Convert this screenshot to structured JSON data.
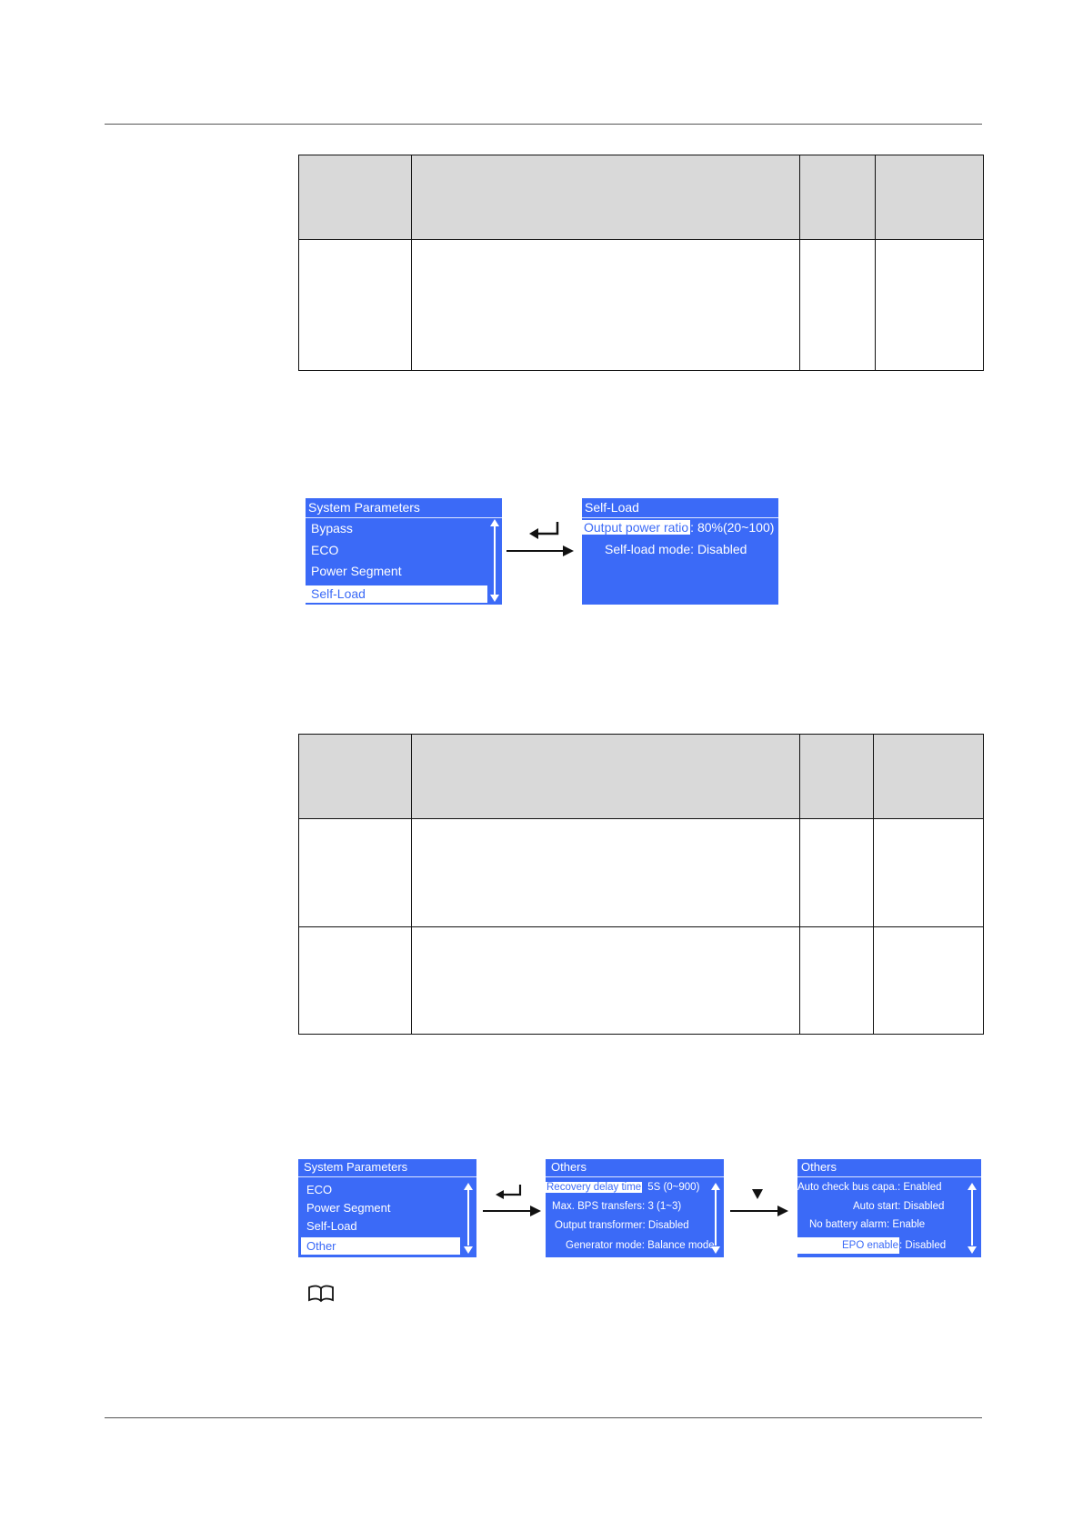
{
  "figure1": {
    "left_screen": {
      "title": "System Parameters",
      "items": [
        "Bypass",
        "ECO",
        "Power Segment",
        "Self-Load"
      ],
      "selected": "Self-Load"
    },
    "right_screen": {
      "title": "Self-Load",
      "row1_label": "Output power ratio",
      "row1_value": ":  80%(20~100)",
      "row2": "Self-load mode: Disabled"
    }
  },
  "figure2": {
    "screen1": {
      "title": "System Parameters",
      "items": [
        "ECO",
        "Power Segment",
        "Self-Load",
        "Other"
      ],
      "selected": "Other"
    },
    "screen2": {
      "title": "Others",
      "row1_label": "Recovery delay time",
      "row1_value": "5S (0~900)",
      "row2": "Max. BPS transfers: 3 (1~3)",
      "row3": "Output transformer: Disabled",
      "row4": "Generator mode: Balance mode"
    },
    "screen3": {
      "title": "Others",
      "row1": "Auto check bus capa.: Enabled",
      "row2": "Auto start: Disabled",
      "row3": "No battery alarm: Enable",
      "row4_label": "EPO enable",
      "row4_value": ": Disabled"
    }
  },
  "icons": [
    "enter-icon",
    "down-arrow-icon",
    "right-arrow-icon",
    "scroll-up-icon",
    "scroll-down-icon",
    "note-book-icon"
  ]
}
